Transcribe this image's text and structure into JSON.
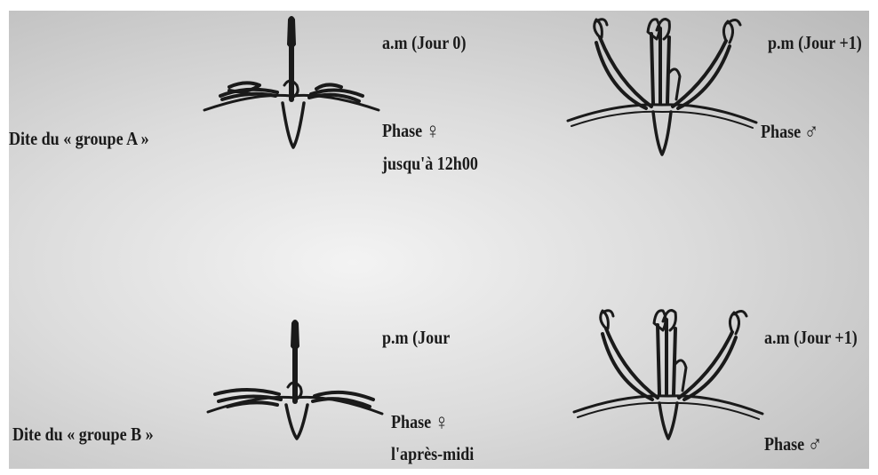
{
  "group_a": {
    "label": "Dite du « groupe A »",
    "female_stage": {
      "time": "a.m (Jour 0)",
      "phase": "Phase",
      "phase_symbol": "♀",
      "note": "jusqu'à 12h00"
    },
    "male_stage": {
      "time": "p.m (Jour +1)",
      "phase": "Phase",
      "phase_symbol": "♂"
    }
  },
  "group_b": {
    "label": "Dite du «  groupe B »",
    "female_stage": {
      "time": "p.m (Jour",
      "phase": "Phase",
      "phase_symbol": "♀",
      "note": "l'après-midi"
    },
    "male_stage": {
      "time": "a.m (Jour +1)",
      "phase": "Phase",
      "phase_symbol": "♂"
    }
  },
  "colors": {
    "ink": "#1a1a1a",
    "paper_light": "#f3f3f3",
    "paper_dark": "#b9b9b9"
  },
  "icons": [
    "female-phase-flower-drawing",
    "male-phase-flower-drawing",
    "female-symbol",
    "male-symbol"
  ]
}
